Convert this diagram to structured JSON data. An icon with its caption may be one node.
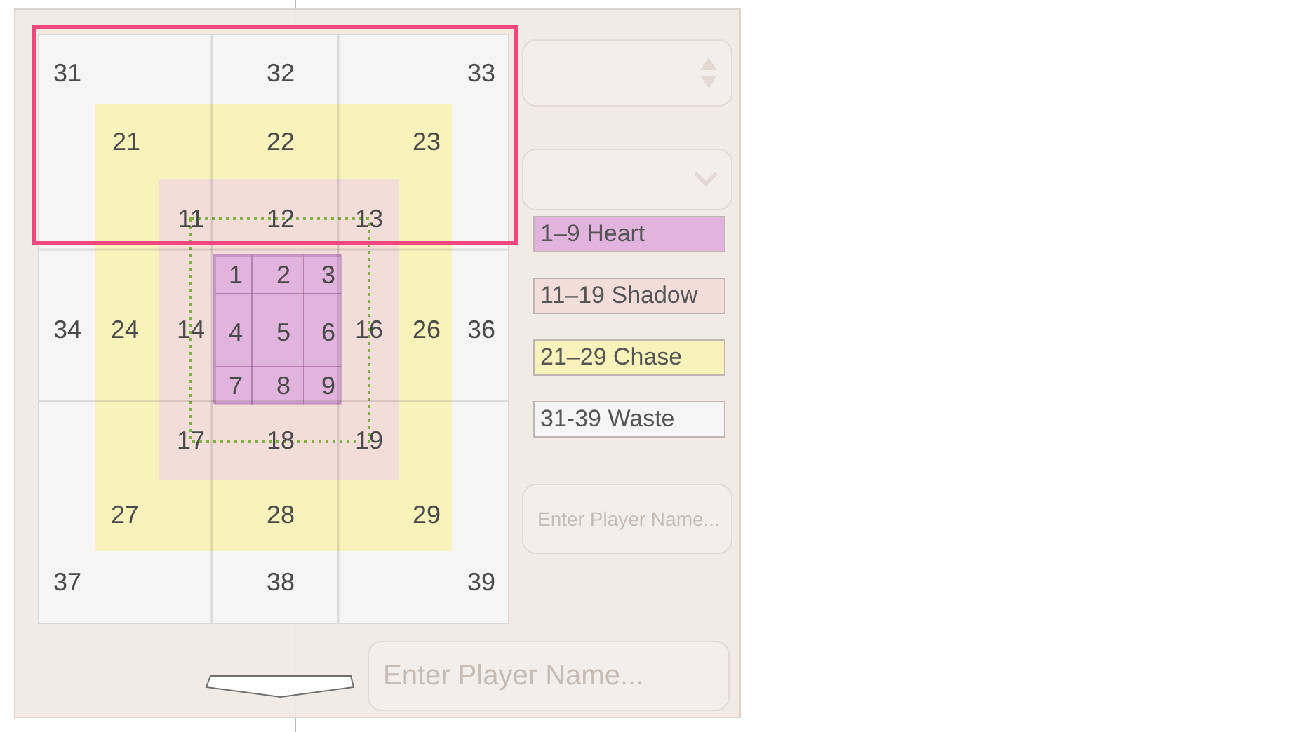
{
  "diagram": {
    "nodes": [
      {
        "text": [
          "31",
          "32",
          "33",
          "34",
          "36",
          "37",
          "38",
          "39"
        ]
      },
      {
        "text": [
          "21",
          "22",
          "23",
          "24",
          "26",
          "27",
          "28",
          "29"
        ],
        "in": 0
      },
      {
        "text": [
          "11",
          "12",
          "13",
          "14",
          "16",
          "17",
          "18",
          "19"
        ],
        "in": 1
      },
      {
        "text": [],
        "shape": "box",
        "in": 2
      },
      {
        "text": [
          "1"
        ],
        "in": 3
      },
      {
        "text": [
          "2"
        ],
        "in": 3
      },
      {
        "text": [
          "3"
        ],
        "in": 3
      },
      {
        "text": [
          "4"
        ],
        "in": 3
      },
      {
        "text": [
          "5"
        ],
        "in": 3
      },
      {
        "text": [
          "6"
        ],
        "in": 3
      },
      {
        "text": [
          "7"
        ],
        "in": 3
      },
      {
        "text": [
          "8"
        ],
        "in": 3
      },
      {
        "text": [
          "9"
        ],
        "in": 3
      }
    ],
    "labels": [
      "Enter Player Name...",
      "Enter Player Name..."
    ],
    "legend": [
      {
        "text": "1–9 Heart",
        "color": "#e0b4dc"
      },
      {
        "text": "11–19 Shadow",
        "color": "#f3ddd8"
      },
      {
        "text": "21–29 Chase",
        "color": "#f8f2bb"
      },
      {
        "text": "31-39 Waste",
        "color": "#f5f5f5"
      }
    ]
  }
}
